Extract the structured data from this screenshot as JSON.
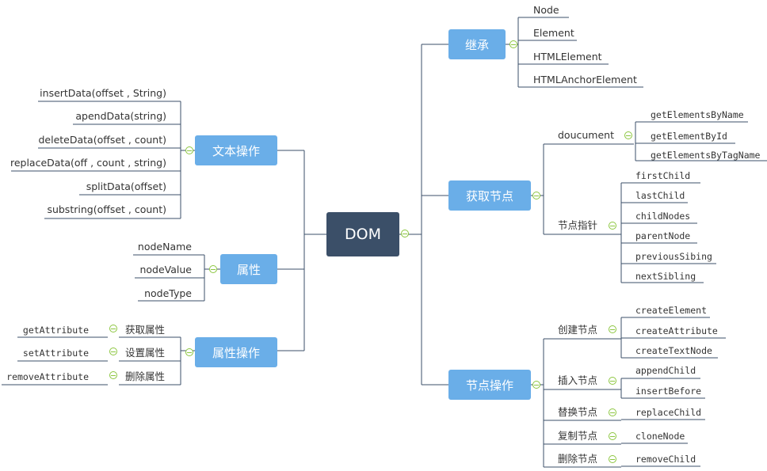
{
  "root": "DOM",
  "left": {
    "text_ops": {
      "label": "文本操作",
      "items": [
        "insertData(offset , String)",
        "apendData(string)",
        "deleteData(offset , count)",
        "replaceData(off , count , string)",
        "splitData(offset)",
        "substring(offset , count)"
      ]
    },
    "attrs": {
      "label": "属性",
      "items": [
        "nodeName",
        "nodeValue",
        "nodeType"
      ]
    },
    "attr_ops": {
      "label": "属性操作",
      "items": [
        {
          "cn": "获取属性",
          "method": "getAttribute"
        },
        {
          "cn": "设置属性",
          "method": "setAttribute"
        },
        {
          "cn": "删除属性",
          "method": "removeAttribute"
        }
      ]
    }
  },
  "right": {
    "inherit": {
      "label": "继承",
      "items": [
        "Node",
        "Element",
        "HTMLElement",
        "HTMLAnchorElement"
      ]
    },
    "get": {
      "label": "获取节点",
      "doc": {
        "label": "doucument",
        "items": [
          "getElementsByName",
          "getElementById",
          "getElementsByTagName"
        ]
      },
      "ptr": {
        "label": "节点指针",
        "items": [
          "firstChild",
          "lastChild",
          "childNodes",
          "parentNode",
          "previousSibing",
          "nextSibling"
        ]
      }
    },
    "ops": {
      "label": "节点操作",
      "groups": [
        {
          "label": "创建节点",
          "items": [
            "createElement",
            "createAttribute",
            "createTextNode"
          ]
        },
        {
          "label": "插入节点",
          "items": [
            "appendChild",
            "insertBefore"
          ]
        },
        {
          "label": "替换节点",
          "items": [
            "replaceChild"
          ]
        },
        {
          "label": "复制节点",
          "items": [
            "cloneNode"
          ]
        },
        {
          "label": "删除节点",
          "items": [
            "removeChild"
          ]
        }
      ]
    }
  },
  "colors": {
    "branch": "#6aaee8",
    "root": "#3b4f68",
    "line": "#3b4f68",
    "toggle": "#8cc63f"
  }
}
